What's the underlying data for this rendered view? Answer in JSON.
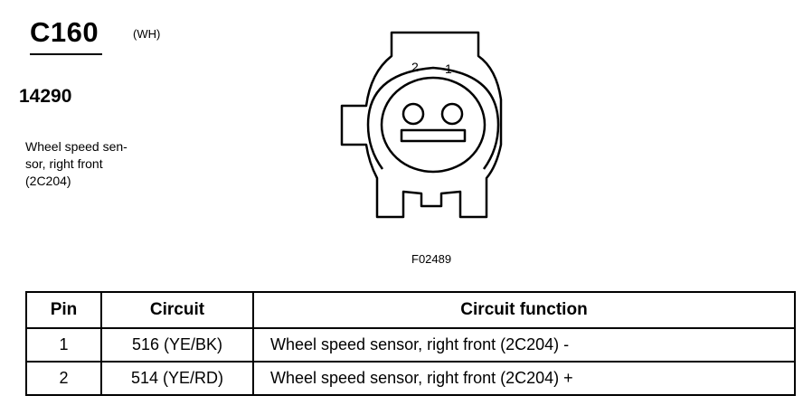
{
  "connector": {
    "id": "C160",
    "color": "(WH)",
    "part_number": "14290",
    "description_lines": [
      "Wheel speed sen-",
      "sor, right front",
      "(2C204)"
    ]
  },
  "diagram": {
    "pin_labels": [
      "2",
      "1"
    ],
    "figure_id": "F02489"
  },
  "table": {
    "headers": [
      "Pin",
      "Circuit",
      "Circuit function"
    ],
    "rows": [
      {
        "pin": "1",
        "circuit": "516 (YE/BK)",
        "function": "Wheel speed sensor, right front (2C204) -"
      },
      {
        "pin": "2",
        "circuit": "514 (YE/RD)",
        "function": "Wheel speed sensor, right front (2C204) +"
      }
    ]
  }
}
